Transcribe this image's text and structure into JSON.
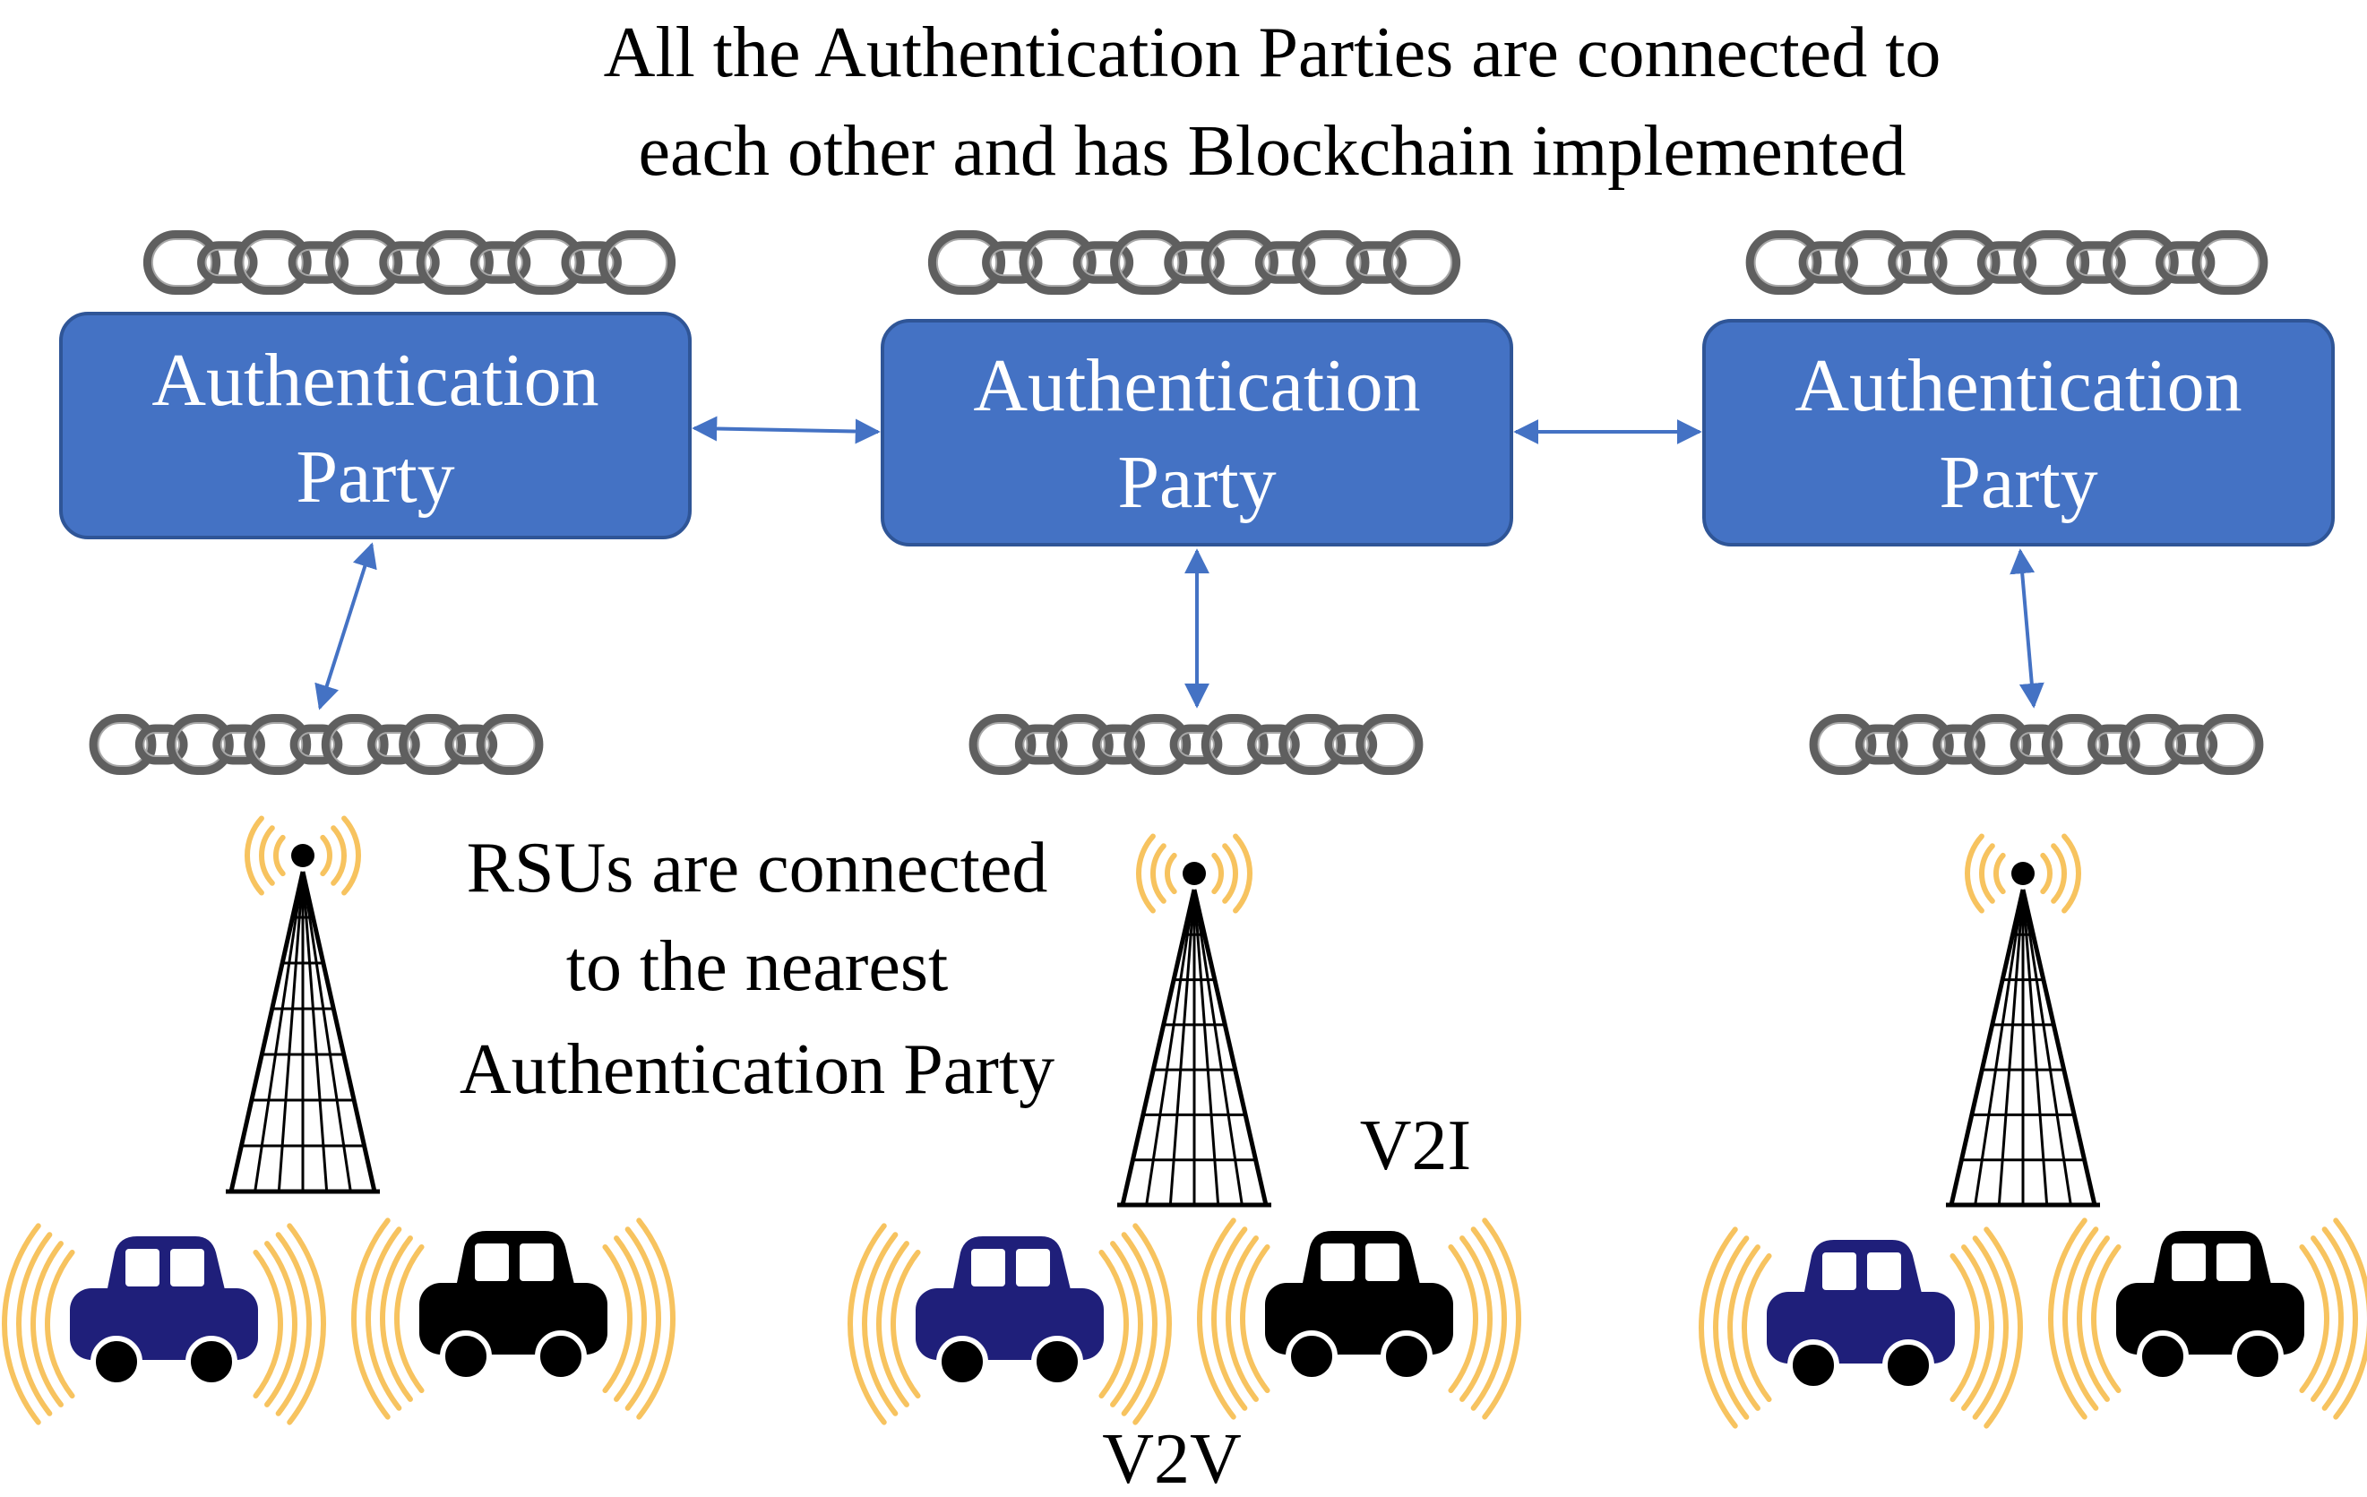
{
  "header": {
    "line1": "All  the Authentication  Parties are connected to",
    "line2": "each other and has Blockchain  implemented"
  },
  "parties": [
    {
      "line1": "Authentication",
      "line2": "Party"
    },
    {
      "line1": "Authentication",
      "line2": "Party"
    },
    {
      "line1": "Authentication",
      "line2": "Party"
    }
  ],
  "rsu_note": {
    "line1": "RSUs are  connected",
    "line2": "to the nearest",
    "line3": "Authentication  Party"
  },
  "labels": {
    "v2i": "V2I",
    "v2v": "V2V"
  },
  "colors": {
    "party_fill": "#4472C4",
    "party_border": "#2F5597",
    "arrow": "#4472C4",
    "chain": "#5f5f5f",
    "signal": "#F7C35F",
    "car_blue": "#1F1F7A",
    "car_black": "#000000"
  },
  "icons": [
    "blockchain-chain-icon",
    "rsu-tower-icon",
    "car-icon",
    "signal-wave-icon"
  ]
}
